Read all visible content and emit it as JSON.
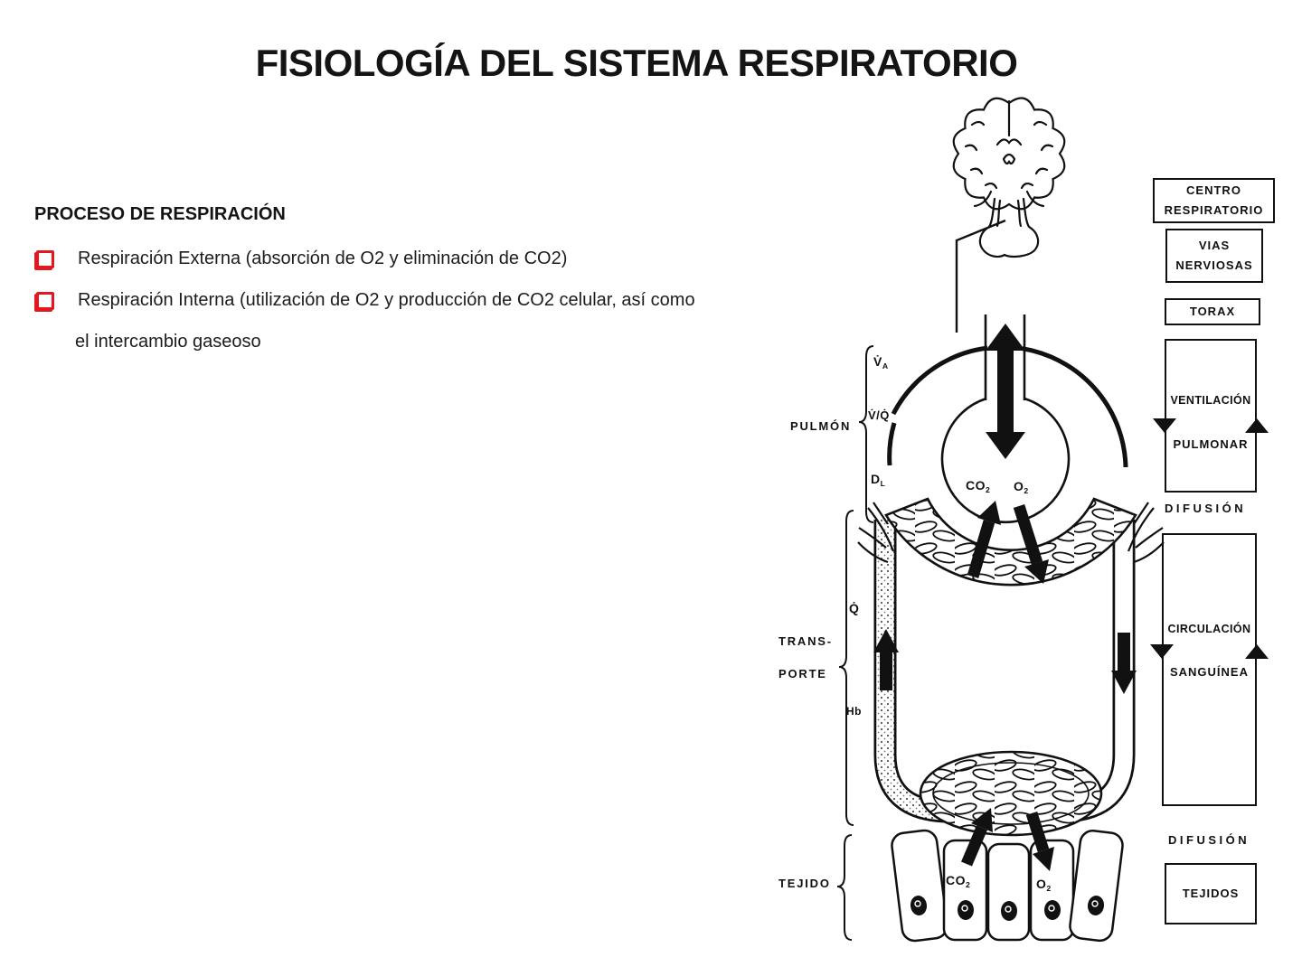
{
  "slide": {
    "title": "FISIOLOGÍA DEL SISTEMA RESPIRATORIO",
    "section_heading": "PROCESO DE RESPIRACIÓN",
    "bullet_1": "Respiración Externa (absorción de O2 y eliminación de CO2)",
    "bullet_2": "Respiración Interna (utilización de O2 y producción de CO2 celular, así como",
    "bullet_2_continuation": "el intercambio gaseoso",
    "colors": {
      "accent_red": "#e3171e",
      "ink": "#111111",
      "background": "#ffffff"
    }
  },
  "diagram": {
    "side_labels": {
      "pulmon": "PULMÓN",
      "va": {
        "base": "V̇",
        "sub": "A"
      },
      "vq": "V̇/Q̇",
      "dl": {
        "base": "D",
        "sub": "L"
      },
      "transporte_line1": "TRANS-",
      "transporte_line2": "PORTE",
      "q": "Q̇",
      "hb": "Hb",
      "tejido": "TEJIDO"
    },
    "gas_labels": {
      "alveolus_co2": {
        "base": "CO",
        "sub": "2"
      },
      "alveolus_o2": {
        "base": "O",
        "sub": "2"
      },
      "tissue_co2": {
        "base": "CO",
        "sub": "2"
      },
      "tissue_o2": {
        "base": "O",
        "sub": "2"
      }
    },
    "flow_column": {
      "centro_line1": "CENTRO",
      "centro_line2": "RESPIRATORIO",
      "vias_line1": "VIAS",
      "vias_line2": "NERVIOSAS",
      "torax": "TORAX",
      "ventilacion_line1": "VENTILACIÓN",
      "ventilacion_line2": "PULMONAR",
      "difusion_top": "DIFUSIÓN",
      "circulacion_line1": "CIRCULACIÓN",
      "circulacion_line2": "SANGUÍNEA",
      "difusion_bottom": "DIFUSIÓN",
      "tejidos": "TEJIDOS"
    }
  }
}
